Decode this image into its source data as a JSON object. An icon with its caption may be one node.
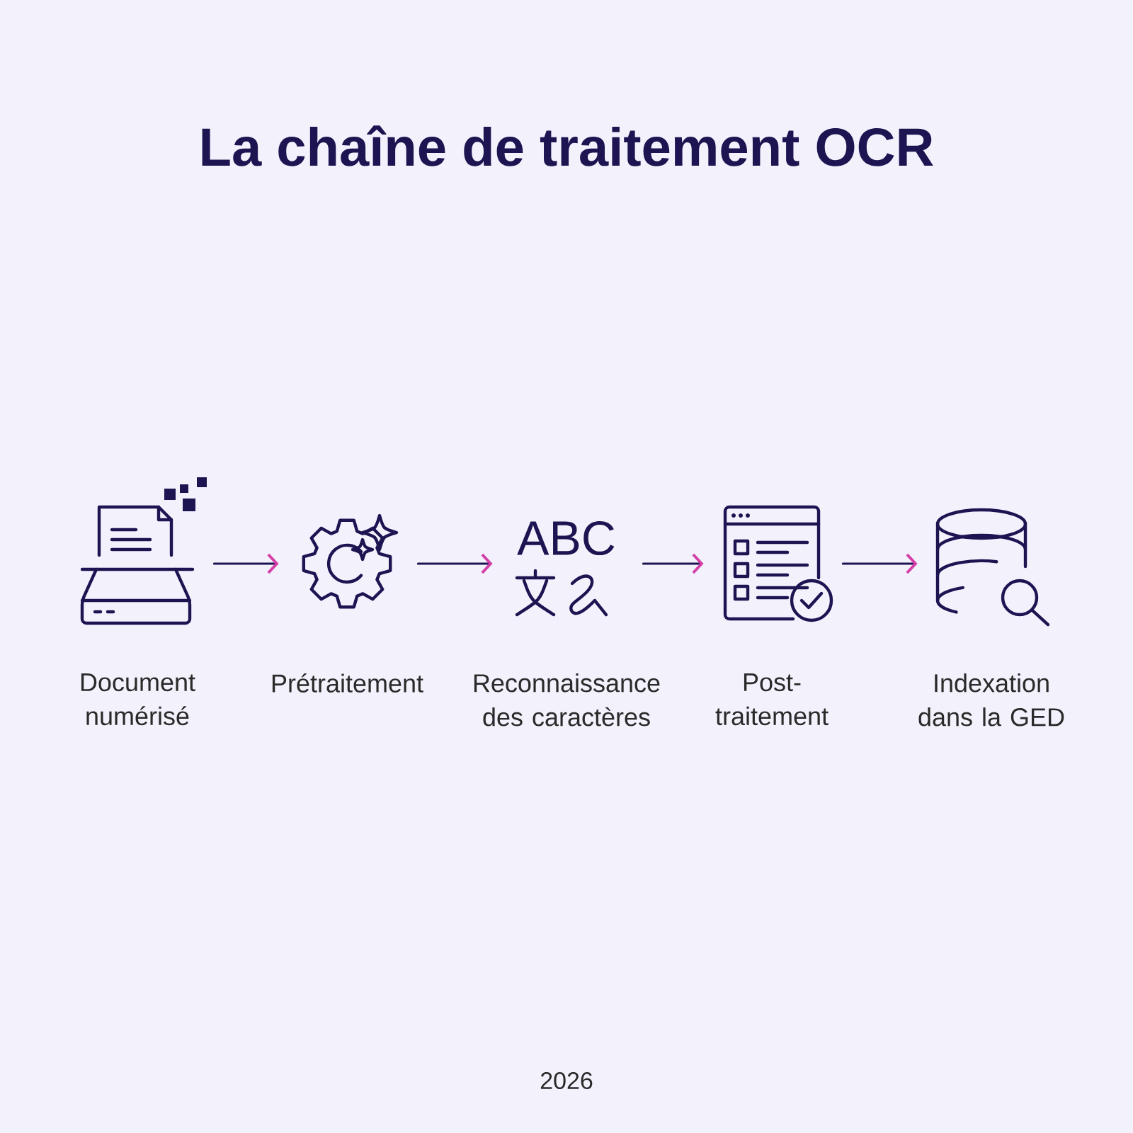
{
  "diagram": {
    "title": "La chaîne de traitement OCR",
    "nodes": [
      {
        "text": [
          "Document numérisé"
        ]
      },
      {
        "text": [
          "Prétraitement"
        ]
      },
      {
        "text": [
          "Reconnaissance des caractères"
        ]
      },
      {
        "text": [
          "Post-traitement"
        ]
      },
      {
        "text": [
          "Indexation dans la GED"
        ]
      }
    ],
    "edges": [
      {
        "from": 0,
        "to": 1,
        "arrow": "to"
      },
      {
        "from": 1,
        "to": 2,
        "arrow": "to"
      },
      {
        "from": 2,
        "to": 3,
        "arrow": "to"
      },
      {
        "from": 3,
        "to": 4,
        "arrow": "to"
      }
    ],
    "labels": [
      "ABC",
      "2026"
    ]
  }
}
